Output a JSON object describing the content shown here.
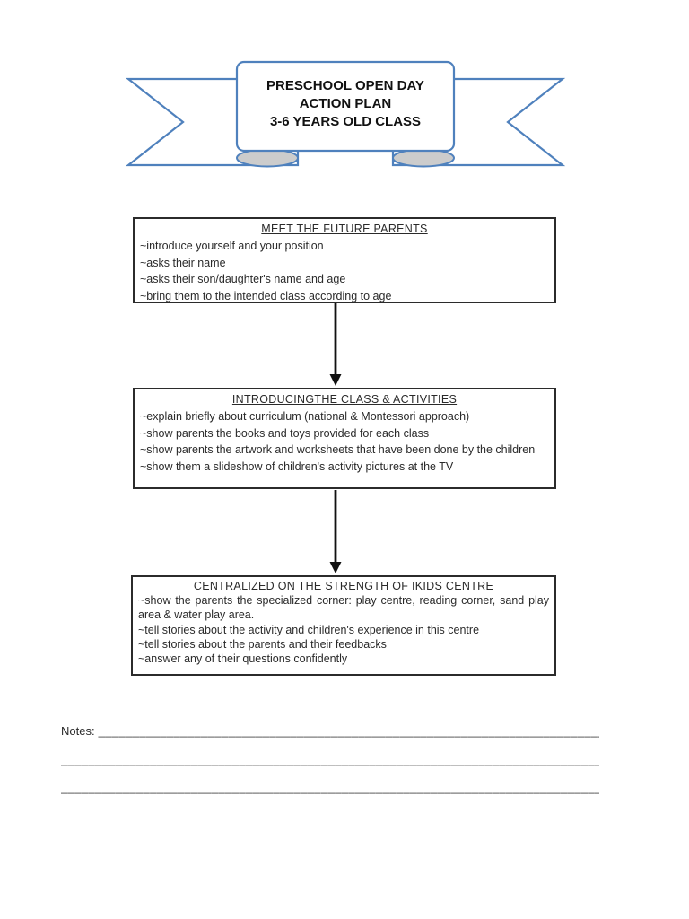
{
  "document": {
    "banner": {
      "line1": "PRESCHOOL OPEN DAY",
      "line2": "ACTION PLAN",
      "line3": "3-6 YEARS OLD CLASS",
      "outline_color": "#4f81bd",
      "curl_color": "#cccccc"
    },
    "steps": [
      {
        "title": "MEET THE FUTURE PARENTS",
        "items": [
          "~introduce yourself and your position",
          "~asks their name",
          "~asks their son/daughter's name and age",
          "~bring them to the intended class according to age"
        ]
      },
      {
        "title": "INTRODUCINGTHE CLASS & ACTIVITIES",
        "items": [
          "~explain briefly about curriculum (national & Montessori approach)",
          "~show parents the books and toys provided for each class",
          "~show parents the artwork and worksheets that have been done by the children",
          "~show them a slideshow of children's activity pictures at the TV"
        ]
      },
      {
        "title": "CENTRALIZED ON THE STRENGTH OF IKIDS CENTRE",
        "items": [
          "~show the parents the specialized corner: play centre, reading corner, sand play area & water play area.",
          "~tell stories about the activity and children's experience in this centre",
          "~tell stories about the parents and their feedbacks",
          "~answer any of their questions confidently"
        ]
      }
    ],
    "notes": {
      "label": "Notes:",
      "line1_underscores": "____________________________________________________________________________",
      "line2_underscores": "___________________________________________________________________________________",
      "line3_underscores": "___________________________________________________________________________________"
    },
    "arrow_color": "#111111"
  }
}
